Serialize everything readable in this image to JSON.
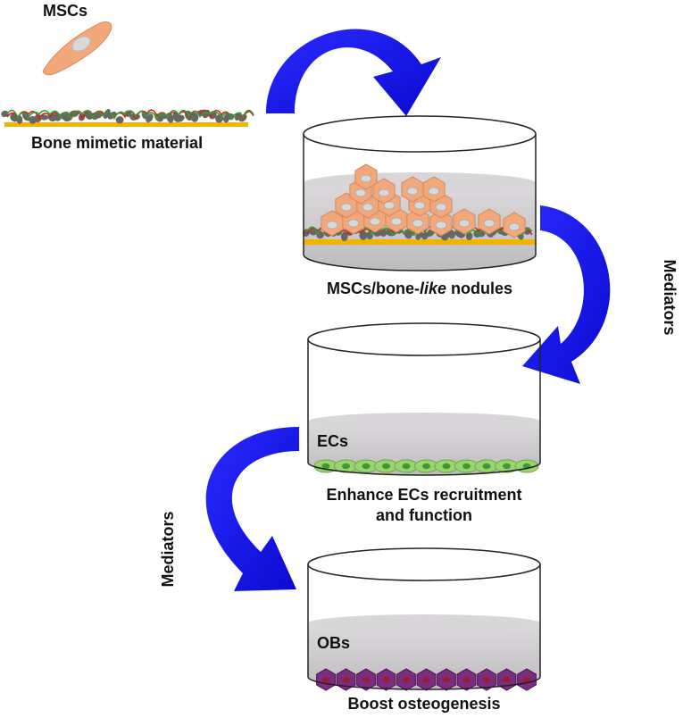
{
  "labels": {
    "mscs": "MSCs",
    "bone_material": "Bone mimetic material",
    "nodules_prefix": "MSCs/bone-",
    "nodules_italic": "like",
    "nodules_suffix": " nodules",
    "mediators_right": "Mediators",
    "ecs_inside": "ECs",
    "enhance_line1": "Enhance ECs recruitment",
    "enhance_line2": "and function",
    "mediators_left": "Mediators",
    "obs_inside": "OBs",
    "boost": "Boost osteogenesis"
  },
  "colors": {
    "arrow": "#1010e8",
    "msc_cell": "#f2a87a",
    "msc_nucleus": "#d8d8d8",
    "substrate": "#f0b400",
    "medium": "#c9c7c9",
    "ec_cell": "#9ad46a",
    "ec_nucleus": "#3e9a32",
    "ob_cell": "#7a2d7f",
    "ob_nucleus": "#9b1b2e",
    "particle": "#666666",
    "fiber_red": "#d62020",
    "fiber_green": "#2f9e36"
  },
  "icons": [
    "msc-cell-icon",
    "curved-arrow-icon",
    "culture-dish-icon"
  ]
}
